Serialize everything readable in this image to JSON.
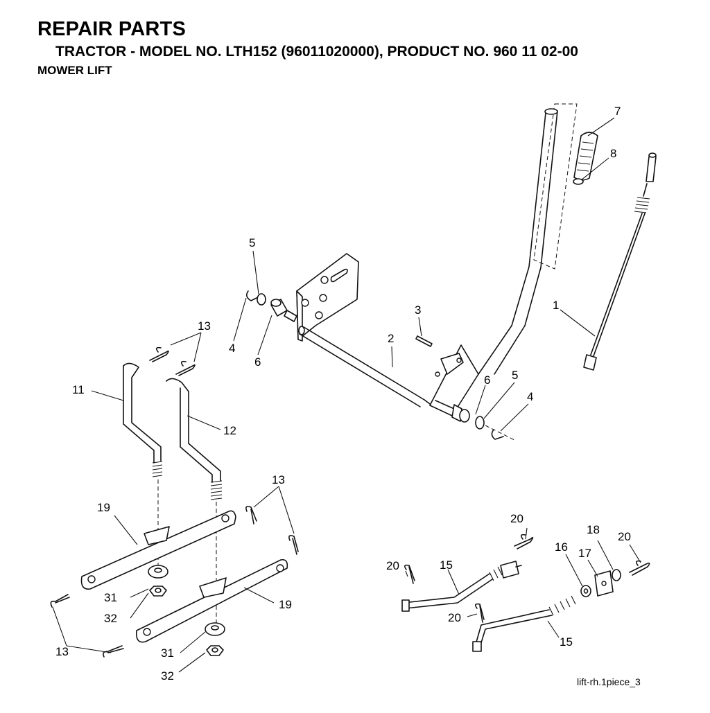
{
  "header": {
    "title": "REPAIR PARTS",
    "subtitle": "TRACTOR - MODEL NO. LTH152 (96011020000), PRODUCT NO. 960 11 02-00",
    "section": "MOWER LIFT"
  },
  "callouts": {
    "c1": "1",
    "c2": "2",
    "c3": "3",
    "c4a": "4",
    "c4b": "4",
    "c5a": "5",
    "c5b": "5",
    "c6a": "6",
    "c6b": "6",
    "c7": "7",
    "c8": "8",
    "c11": "11",
    "c12": "12",
    "c13a": "13",
    "c13b": "13",
    "c13c": "13",
    "c15a": "15",
    "c15b": "15",
    "c16": "16",
    "c17": "17",
    "c18": "18",
    "c19a": "19",
    "c19b": "19",
    "c20a": "20",
    "c20b": "20",
    "c20c": "20",
    "c20d": "20",
    "c31a": "31",
    "c31b": "31",
    "c32a": "32",
    "c32b": "32"
  },
  "footer": {
    "drawing_id": "lift-rh.1piece_3"
  }
}
